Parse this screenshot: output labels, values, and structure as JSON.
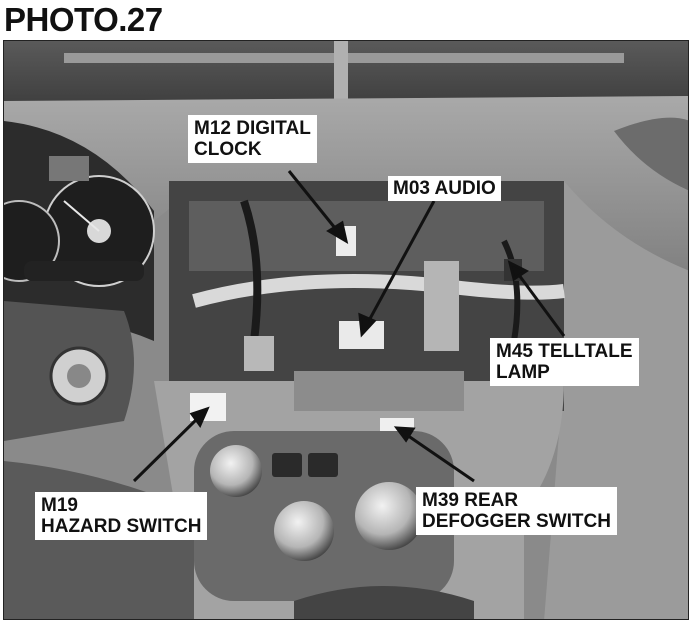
{
  "page": {
    "title": "PHOTO.27"
  },
  "callouts": {
    "m12": {
      "line1": "M12 DIGITAL",
      "line2": "CLOCK"
    },
    "m03": {
      "line1": "M03 AUDIO"
    },
    "m45": {
      "line1": "M45 TELLTALE",
      "line2": "LAMP"
    },
    "m19": {
      "line1": "M19",
      "line2": "HAZARD SWITCH"
    },
    "m39": {
      "line1": "M39 REAR",
      "line2": "DEFOGGER SWITCH"
    }
  },
  "colors": {
    "callout_bg": "#ffffff",
    "ink": "#111111",
    "photo_tone": "#8a8a8a"
  }
}
